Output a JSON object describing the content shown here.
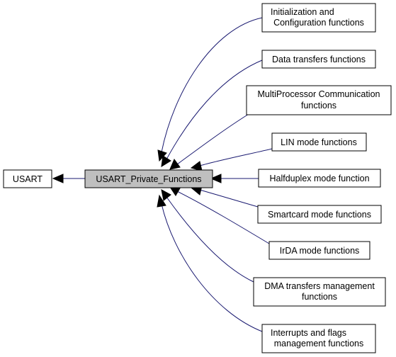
{
  "nodes": {
    "usart": "USART",
    "private": "USART_Private_Functions",
    "init_line1": "Initialization and",
    "init_line2": "Configuration functions",
    "data_transfers": "Data transfers functions",
    "multiproc_line1": "MultiProcessor Communication",
    "multiproc_line2": "functions",
    "lin": "LIN mode functions",
    "halfduplex": "Halfduplex mode function",
    "smartcard": "Smartcard mode functions",
    "irda": "IrDA mode functions",
    "dma_line1": "DMA transfers management",
    "dma_line2": "functions",
    "irq_line1": "Interrupts and flags",
    "irq_line2": "management functions"
  },
  "colors": {
    "current_node_fill": "#bfbfbf",
    "edge": "#191970",
    "arrowhead": "#000000"
  }
}
